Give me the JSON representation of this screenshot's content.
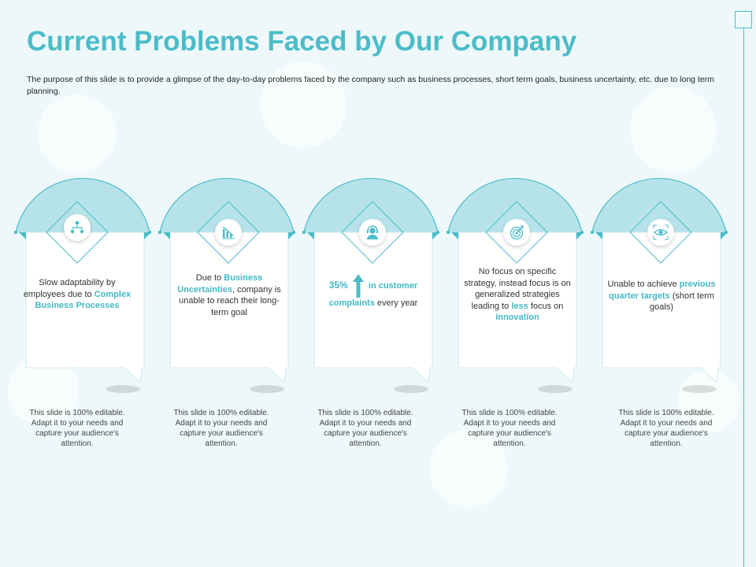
{
  "title": "Current Problems Faced by Our Company",
  "subtitle": "The purpose of this slide is to provide a glimpse of the day-to-day problems faced by the company such as business processes, short term goals, business uncertainty, etc. due to long term planning.",
  "colors": {
    "accent": "#4bbcc8",
    "arc": "#b6e3ea",
    "background": "#eef8fa"
  },
  "cards": [
    {
      "icon": "people-network-icon",
      "desc_a": "Slow adaptability by employees due to ",
      "desc_hl": "Complex Business Processes",
      "footer": "This slide is 100% editable. Adapt it to your needs and capture your audience's attention."
    },
    {
      "icon": "declining-chart-icon",
      "desc_a": "Due to ",
      "desc_hl": "Business Uncertainties",
      "desc_b": ", company is unable to reach their long-term goal",
      "footer": "This slide is 100% editable. Adapt it to your needs and capture your audience's attention."
    },
    {
      "icon": "customer-support-icon",
      "desc_value": "35%",
      "desc_hl": "in customer complaints",
      "desc_b": "every year",
      "footer": "This slide is 100% editable. Adapt it to your needs and capture your audience's attention."
    },
    {
      "icon": "target-icon",
      "desc_a": "No focus on specific strategy, instead focus is on generalized strategies leading to ",
      "desc_hl": "less",
      "desc_b": " focus on ",
      "desc_hl2": "innovation",
      "footer": "This slide is 100% editable. Adapt it to your needs and capture your audience's attention."
    },
    {
      "icon": "eye-vision-icon",
      "desc_a": "Unable to achieve ",
      "desc_hl": "previous quarter targets",
      "desc_b": " (short term goals)",
      "footer": "This slide is 100% editable. Adapt it to your needs and capture your audience's attention."
    }
  ]
}
